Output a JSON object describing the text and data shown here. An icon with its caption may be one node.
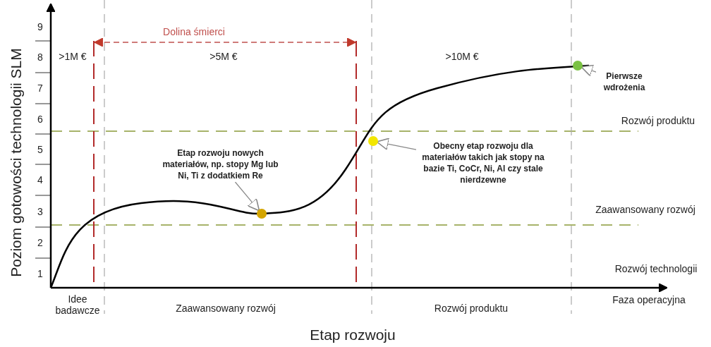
{
  "diagram": {
    "nodes": [
      {
        "text": [
          "Etap rozwoju nowych materiałów, np. stopy Mg lub Ni, Ti z dodatkiem Re"
        ]
      },
      {
        "text": [],
        "shape": "circle"
      },
      {
        "text": [
          "Obecny etap rozwoju dla materiałów takich jak stopy na bazie Ti, CoCr, Ni, Al czy stale nierdzewne"
        ]
      },
      {
        "text": [],
        "shape": "circle"
      },
      {
        "text": [
          "Pierwsze wdrożenia"
        ]
      },
      {
        "text": [],
        "shape": "circle"
      }
    ],
    "edges": [
      {
        "from": 0,
        "to": 1,
        "arrow": "to"
      },
      {
        "from": 2,
        "to": 3,
        "arrow": "to"
      },
      {
        "from": 4,
        "to": 5,
        "arrow": "to"
      }
    ],
    "labels": [
      "Poziom gotowości technologii SLM",
      "9",
      "8",
      "7",
      "6",
      "5",
      "4",
      "3",
      "2",
      "1",
      "Dolina śmierci",
      ">1M €",
      ">5M €",
      ">10M €",
      "Rozwój produktu",
      "Zaawansowany rozwój",
      "Rozwój technologii",
      "Idee badawcze",
      "Zaawansowany rozwój",
      "Rozwój produktu",
      "Faza operacyjna",
      "Etap rozwoju"
    ]
  }
}
